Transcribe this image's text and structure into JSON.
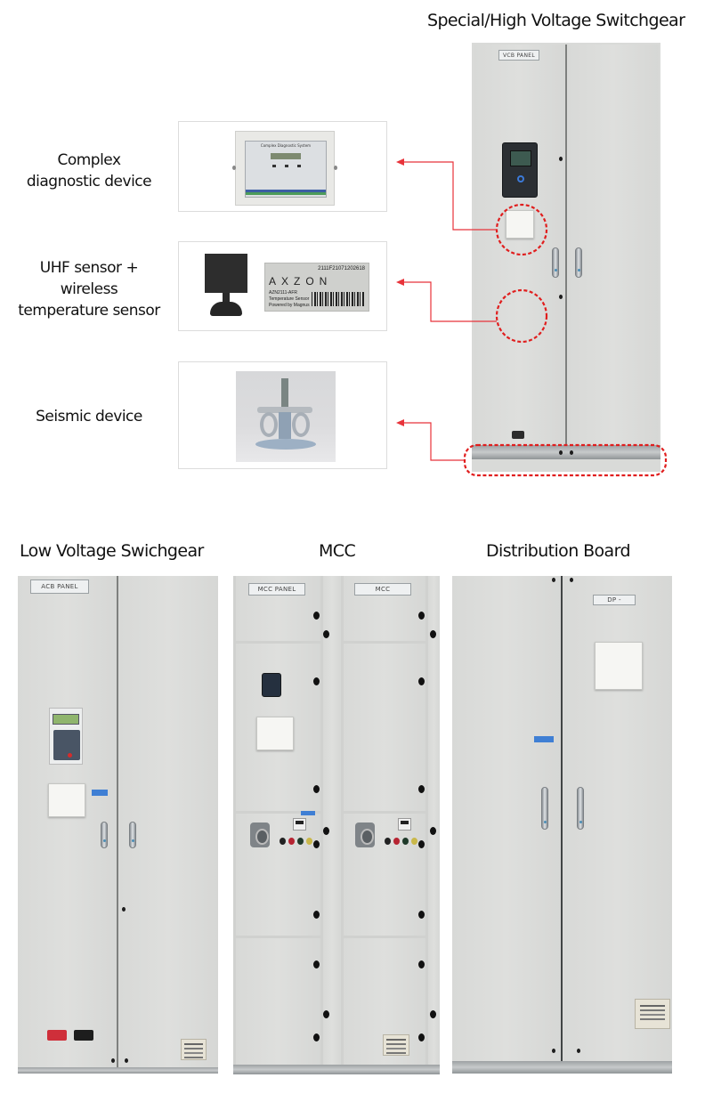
{
  "top_section": {
    "title": "Special/High Voltage Switchgear",
    "panel_nameplate": "VCB PANEL",
    "callouts": [
      {
        "label_line1": "Complex",
        "label_line2": "diagnostic device",
        "card_image": "complex-diagnostic-device-photo",
        "card_text": "Complex Diagnostic System"
      },
      {
        "label_line1": "UHF sensor +",
        "label_line2": "wireless",
        "label_line3": "temperature sensor",
        "card_image": "uhf-sensor-and-temperature-sensor-label-photo",
        "sensor_label": {
          "serial": "2111F21071202618",
          "brand": "AXZON",
          "model": "AZN2111-AFR",
          "line2": "Temperature Sensor",
          "line3": "Powered by Magnus"
        }
      },
      {
        "label_line1": "Seismic device",
        "card_image": "seismic-device-photo"
      }
    ],
    "highlight_color": "#e02020"
  },
  "bottom_section": {
    "panels": [
      {
        "title": "Low Voltage Swichgear",
        "nameplate": "ACB PANEL"
      },
      {
        "title": "MCC",
        "nameplate": "MCC PANEL",
        "nameplate2": "MCC"
      },
      {
        "title": "Distribution Board",
        "nameplate": "DP -"
      }
    ]
  }
}
